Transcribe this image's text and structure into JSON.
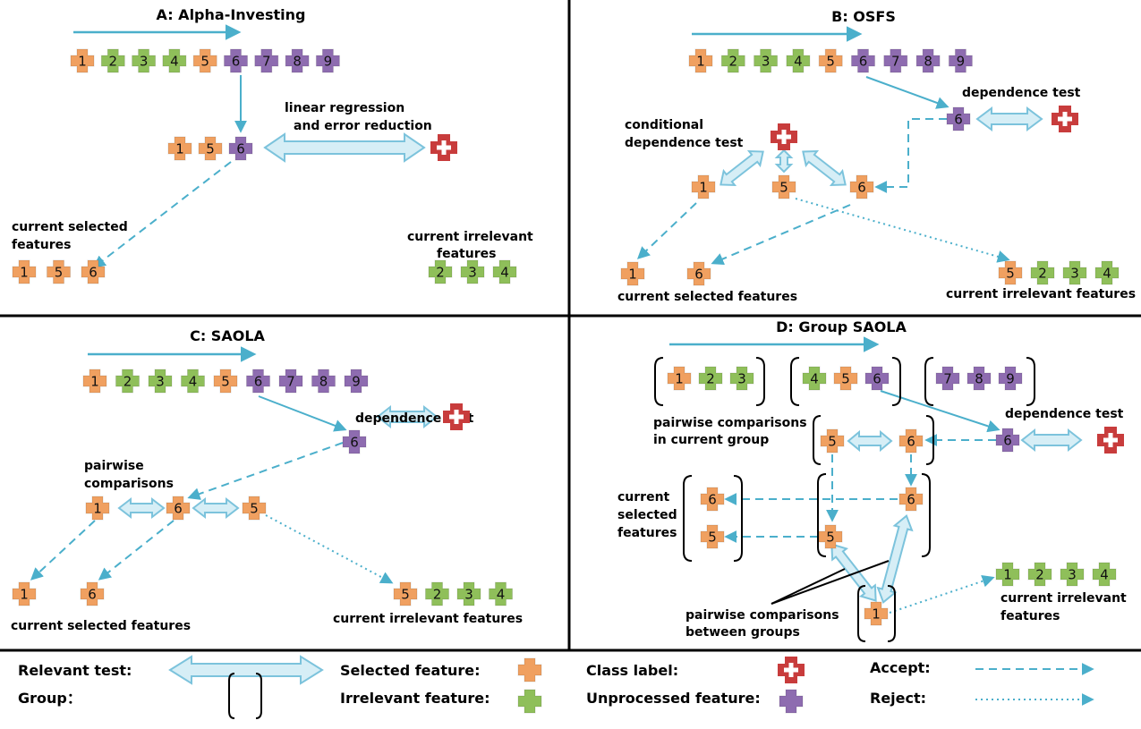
{
  "colors": {
    "selected": "#F0A060",
    "irrelevant": "#8FBF5A",
    "unprocessed": "#8E6CB0",
    "class_label": "#C83C3C",
    "arrow": "#4BAFCB",
    "relevant_fill": "#D6EEF6",
    "relevant_stroke": "#7CC3DC"
  },
  "panels": {
    "a": {
      "title": "A:  Alpha-Investing",
      "stream": [
        "1",
        "2",
        "3",
        "4",
        "5",
        "6",
        "7",
        "8",
        "9"
      ],
      "stream_types": [
        "s",
        "i",
        "i",
        "i",
        "s",
        "u",
        "u",
        "u",
        "u"
      ],
      "middle": [
        "1",
        "5",
        "6"
      ],
      "relevant_label_1": "linear regression",
      "relevant_label_2": "and error reduction",
      "selected_label_1": "current selected",
      "selected_label_2": "features",
      "selected": [
        "1",
        "5",
        "6"
      ],
      "irrelevant_label_1": "current irrelevant",
      "irrelevant_label_2": "features",
      "irrelevant": [
        "2",
        "3",
        "4"
      ]
    },
    "b": {
      "title": "B:  OSFS",
      "stream": [
        "1",
        "2",
        "3",
        "4",
        "5",
        "6",
        "7",
        "8",
        "9"
      ],
      "stream_types": [
        "s",
        "i",
        "i",
        "i",
        "s",
        "u",
        "u",
        "u",
        "u"
      ],
      "dep_label": "dependence test",
      "candidate": "6",
      "cond_label_1": "conditional",
      "cond_label_2": "dependence test",
      "tested": [
        "1",
        "5",
        "6"
      ],
      "selected": [
        "1",
        "6"
      ],
      "selected_label": "current selected features",
      "irrelevant": [
        "5",
        "2",
        "3",
        "4"
      ],
      "irrelevant_label": "current irrelevant features"
    },
    "c": {
      "title": "C:  SAOLA",
      "stream": [
        "1",
        "2",
        "3",
        "4",
        "5",
        "6",
        "7",
        "8",
        "9"
      ],
      "stream_types": [
        "s",
        "i",
        "i",
        "i",
        "s",
        "u",
        "u",
        "u",
        "u"
      ],
      "dep_label": "dependence test",
      "candidate": "6",
      "pair_label_1": "pairwise",
      "pair_label_2": "comparisons",
      "compared": [
        "1",
        "6",
        "5"
      ],
      "selected": [
        "1",
        "6"
      ],
      "selected_label": "current selected features",
      "irrelevant": [
        "5",
        "2",
        "3",
        "4"
      ],
      "irrelevant_label": "current irrelevant features"
    },
    "d": {
      "title": "D:  Group SAOLA",
      "group1": [
        "1",
        "2",
        "3"
      ],
      "group1_types": [
        "s",
        "i",
        "i"
      ],
      "group2": [
        "4",
        "5",
        "6"
      ],
      "group2_types": [
        "i",
        "s",
        "u"
      ],
      "group3": [
        "7",
        "8",
        "9"
      ],
      "group3_types": [
        "u",
        "u",
        "u"
      ],
      "dep_label": "dependence test",
      "candidate": "6",
      "in_group_label_1": "pairwise comparisons",
      "in_group_label_2": "in current group",
      "in_group": [
        "5",
        "6"
      ],
      "column": [
        "6",
        "5"
      ],
      "selected_label_1": "current",
      "selected_label_2": "selected",
      "selected_label_3": "features",
      "selected": [
        "6",
        "5"
      ],
      "between_label_1": "pairwise comparisons",
      "between_label_2": "between groups",
      "old_group": [
        "1"
      ],
      "irrelevant": [
        "1",
        "2",
        "3",
        "4"
      ],
      "irrelevant_label_1": "current irrelevant",
      "irrelevant_label_2": "features"
    }
  },
  "legend": {
    "relevant_test": "Relevant test:",
    "group": "Group：",
    "selected_feature": "Selected feature:",
    "irrelevant_feature": "Irrelevant feature:",
    "class_label": "Class label:",
    "unprocessed_feature": "Unprocessed feature:",
    "accept": "Accept:",
    "reject": "Reject:"
  }
}
